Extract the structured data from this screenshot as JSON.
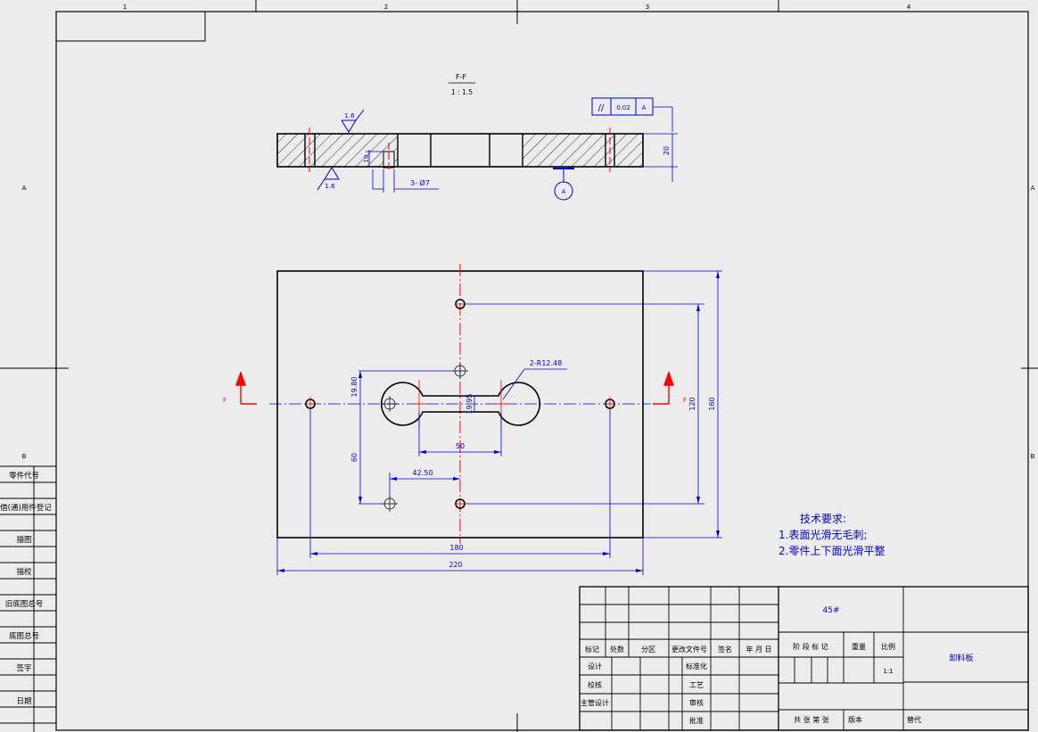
{
  "border": {
    "zones_top": [
      "1",
      "2",
      "3",
      "4"
    ],
    "zones_left": [
      "A",
      "B"
    ],
    "zones_right": [
      "A",
      "B"
    ]
  },
  "side_table": [
    "零件代号",
    "借(通)用件登记",
    "描图",
    "描校",
    "旧底图总号",
    "底图总号",
    "签字",
    "日期"
  ],
  "section": {
    "title": "F-F",
    "scale": "1 : 1.5",
    "roughness_top": "1.6",
    "roughness_bottom": "1.6",
    "hole_depth": "10",
    "hole_callout": "3- Ø7",
    "thickness": "20",
    "datum": "A",
    "tolerance": {
      "symbol": "//",
      "value": "0.02",
      "datum": "A"
    }
  },
  "plan": {
    "section_marker": "F",
    "slot_radius": "2-R12.48",
    "dim_width_outer": "220",
    "dim_width_holes": "180",
    "dim_height_outer": "160",
    "dim_height_holes": "120",
    "dim_slot_length": "50",
    "dim_slot_neck": "19.95",
    "dim_v_upper": "19.80",
    "dim_v_lower": "60",
    "dim_h_offset": "42.50"
  },
  "notes": {
    "title": "技术要求:",
    "lines": [
      "1.表面光滑无毛刺;",
      "2.零件上下面光滑平整"
    ]
  },
  "title_block": {
    "material": "45#",
    "part_name": "卸料板",
    "scale_value": "1:1",
    "headers": [
      "标记",
      "处数",
      "分区",
      "更改文件号",
      "签名",
      "年 月 日"
    ],
    "roles_left": [
      "设计",
      "校核",
      "主管设计"
    ],
    "roles_mid": [
      "标准化",
      "工艺",
      "审核",
      "批准"
    ],
    "stage_label": "阶 段 标 记",
    "weight_label": "重量",
    "scale_label": "比例",
    "sheets_label": "共 张 第 张",
    "version_label": "版本",
    "replace_label": "替代"
  },
  "colors": {
    "outline": "#000000",
    "dimension": "#0000cc",
    "centerline": "#ff0000",
    "background": "#ececec"
  }
}
